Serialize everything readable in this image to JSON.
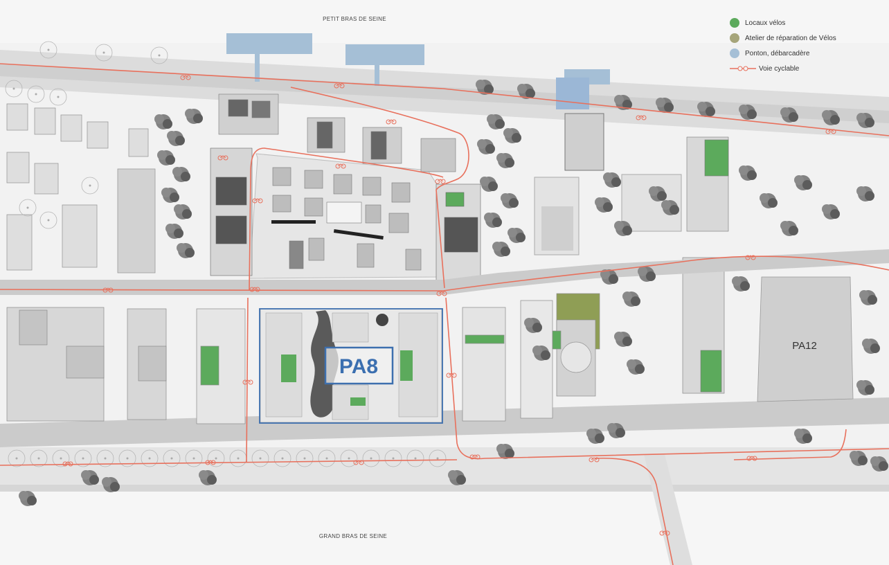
{
  "map": {
    "river_north": "PETIT BRAS DE SEINE",
    "river_south": "GRAND BRAS DE SEINE",
    "sector_main": "PA8",
    "sector_east": "PA12"
  },
  "legend": {
    "items": [
      {
        "label": "Locaux vélos",
        "color": "#5caa5c",
        "icon": "green-dot-icon"
      },
      {
        "label": "Atelier de réparation de Vélos",
        "color": "#a6a57a",
        "icon": "olive-dot-icon"
      },
      {
        "label": "Ponton, débarcadère",
        "color": "#a5bfd6",
        "icon": "blue-dot-icon"
      },
      {
        "label": "Voie cyclable",
        "color": "#e8705c",
        "icon": "bike-lane-icon"
      }
    ]
  },
  "colors": {
    "bike_lane": "#e8705c",
    "locaux_velos": "#5caa5c",
    "atelier": "#8f9e55",
    "ponton": "#8fb0d4",
    "sector_outline": "#3d6fae"
  }
}
